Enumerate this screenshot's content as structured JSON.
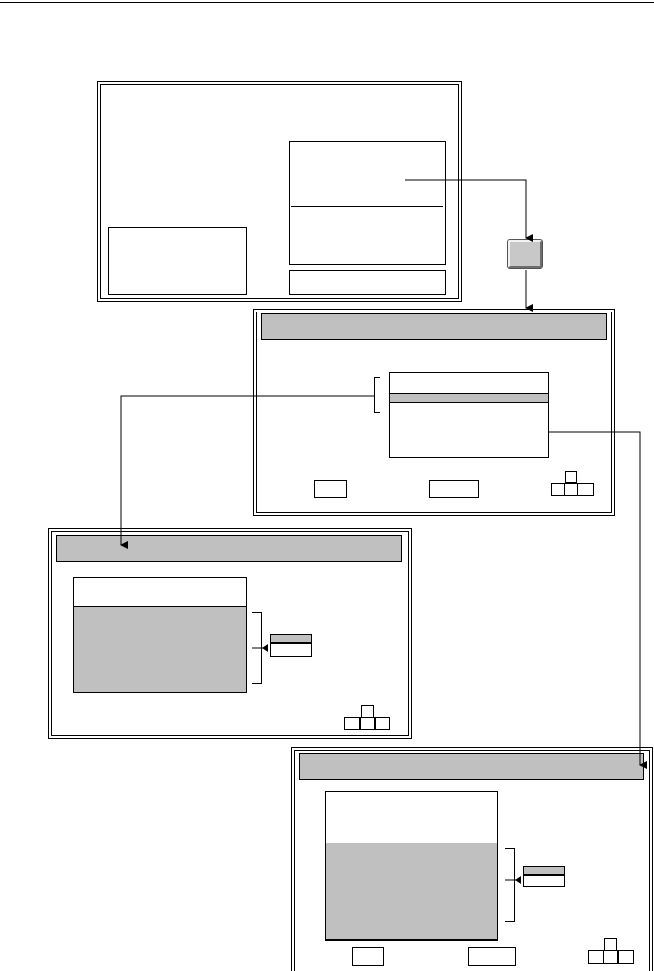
{
  "diagram": {
    "description_note": "",
    "panels": [
      {
        "id": "top-screen"
      },
      {
        "id": "dialog-main"
      },
      {
        "id": "dialog-left"
      },
      {
        "id": "dialog-bottom-right"
      }
    ]
  }
}
